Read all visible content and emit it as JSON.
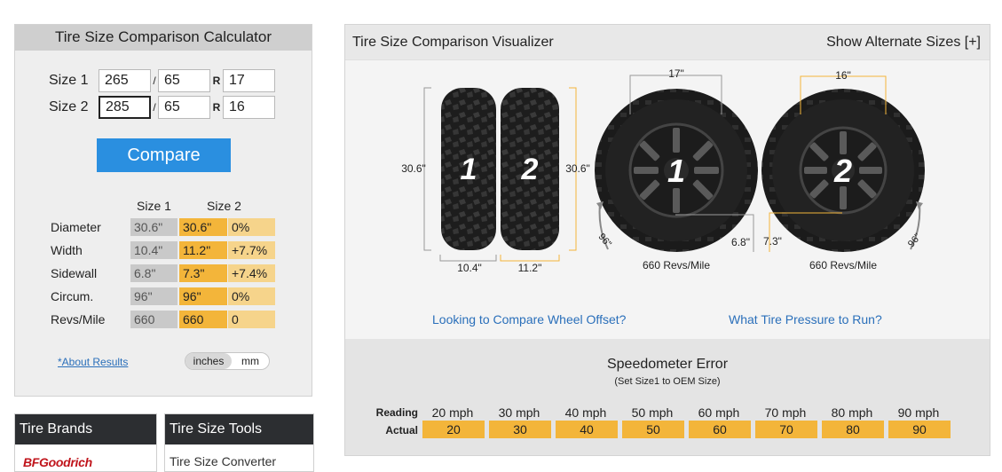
{
  "calculator": {
    "title": "Tire Size Comparison Calculator",
    "size1": {
      "label": "Size 1",
      "width": "265",
      "ratio": "65",
      "rim": "17"
    },
    "size2": {
      "label": "Size 2",
      "width": "285",
      "ratio": "65",
      "rim": "16"
    },
    "slash": "/",
    "r": "R",
    "compare_label": "Compare",
    "col_size1": "Size 1",
    "col_size2": "Size 2",
    "results": [
      {
        "label": "Diameter",
        "s1": "30.6\"",
        "s2": "30.6\"",
        "diff": "0%"
      },
      {
        "label": "Width",
        "s1": "10.4\"",
        "s2": "11.2\"",
        "diff": "+7.7%"
      },
      {
        "label": "Sidewall",
        "s1": "6.8\"",
        "s2": "7.3\"",
        "diff": "+7.4%"
      },
      {
        "label": "Circum.",
        "s1": "96\"",
        "s2": "96\"",
        "diff": "0%"
      },
      {
        "label": "Revs/Mile",
        "s1": "660",
        "s2": "660",
        "diff": "0"
      }
    ],
    "about_link": "*About Results",
    "unit_inches": "inches",
    "unit_mm": "mm"
  },
  "brands": {
    "title": "Tire Brands",
    "logo_text": "BFGoodrich"
  },
  "tools": {
    "title": "Tire Size Tools",
    "item": "Tire Size Converter"
  },
  "visualizer": {
    "title": "Tire Size Comparison Visualizer",
    "alt_sizes": "Show Alternate Sizes [+]",
    "tread_diam_left": "30.6\"",
    "tread_diam_right": "30.6\"",
    "tread_num1": "1",
    "tread_num2": "2",
    "tread_width1": "10.4\"",
    "tread_width2": "11.2\"",
    "wheel1": {
      "rim": "17\"",
      "sidewall": "6.8\"",
      "circ": "96\"",
      "revs": "660 Revs/Mile",
      "num": "1"
    },
    "wheel2": {
      "rim": "16\"",
      "sidewall": "7.3\"",
      "circ": "96\"",
      "revs": "660 Revs/Mile",
      "num": "2"
    },
    "link_offset": "Looking to Compare Wheel Offset?",
    "link_pressure": "What Tire Pressure to Run?"
  },
  "speedometer": {
    "title": "Speedometer Error",
    "subtitle": "(Set Size1 to OEM Size)",
    "reading_label": "Reading",
    "actual_label": "Actual",
    "readings": [
      "20 mph",
      "30 mph",
      "40 mph",
      "50 mph",
      "60 mph",
      "70 mph",
      "80 mph",
      "90 mph"
    ],
    "actuals": [
      "20",
      "30",
      "40",
      "50",
      "60",
      "70",
      "80",
      "90"
    ]
  },
  "colors": {
    "accent_blue": "#2a8fe0",
    "highlight_orange": "#f3b53a",
    "diff_orange": "#f6d48b",
    "link_blue": "#2a6fba"
  }
}
